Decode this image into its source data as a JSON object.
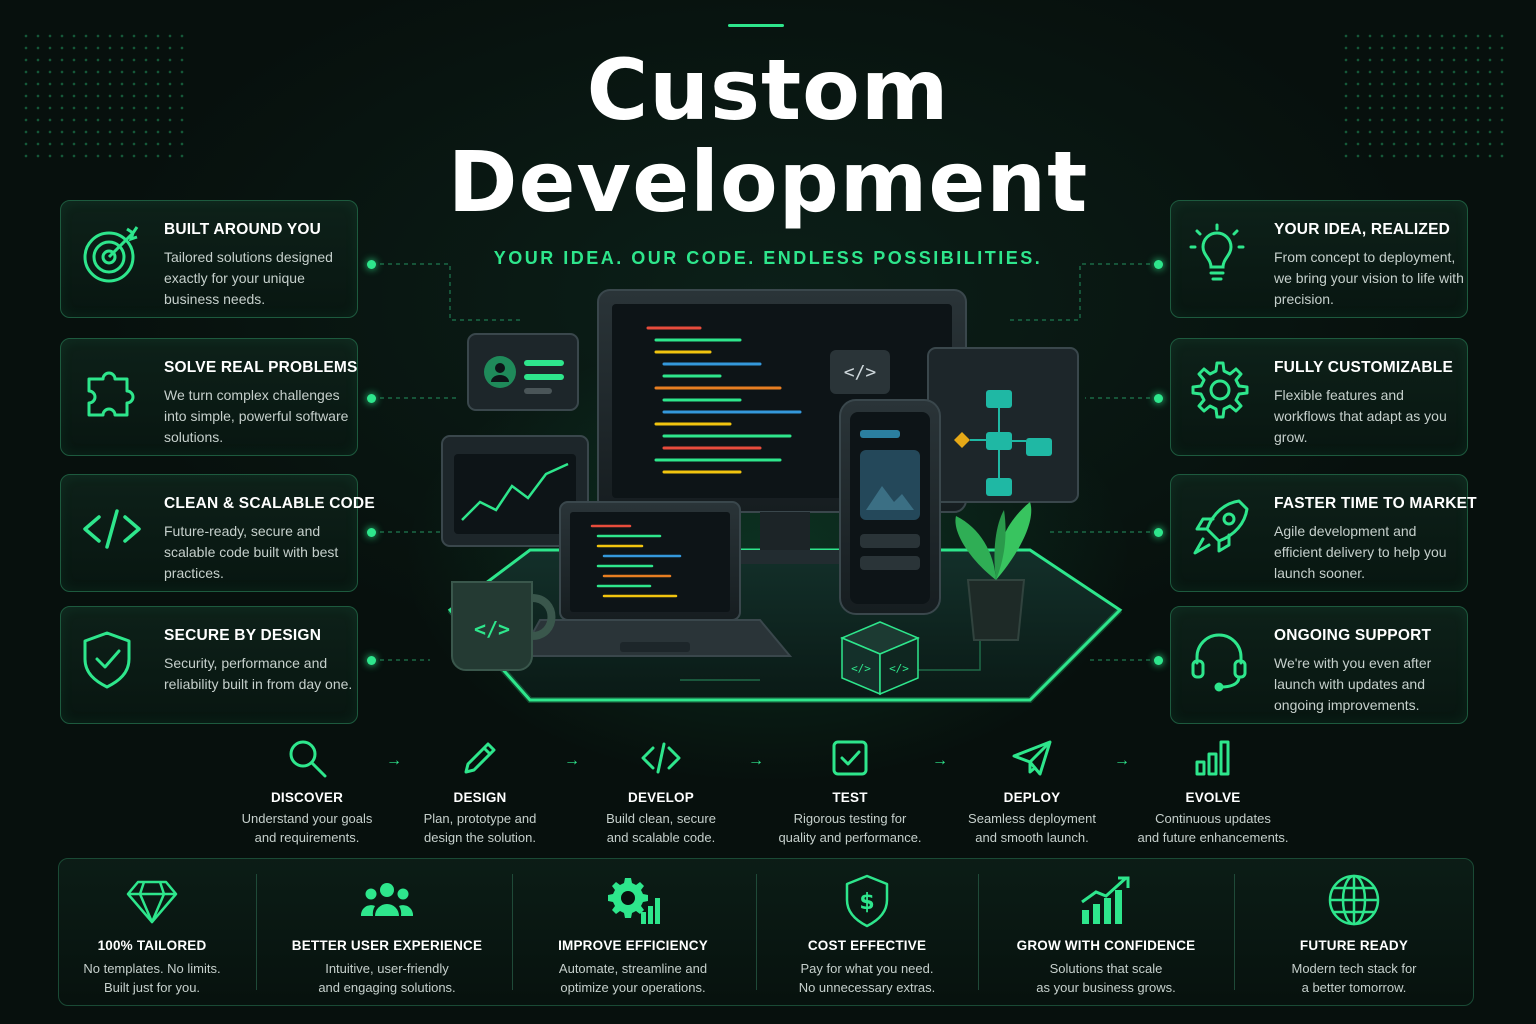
{
  "header": {
    "title_line1": "Custom",
    "title_line2": "Development",
    "tagline": "YOUR IDEA. OUR CODE. ENDLESS POSSIBILITIES."
  },
  "colors": {
    "accent": "#2ee68c",
    "background": "#07100d",
    "card_border": "#1d5a3e"
  },
  "left_features": [
    {
      "title": "BUILT AROUND YOU",
      "desc": "Tailored solutions designed exactly for your unique business needs.",
      "icon": "target-icon"
    },
    {
      "title": "SOLVE REAL PROBLEMS",
      "desc": "We turn complex challenges into simple, powerful software solutions.",
      "icon": "puzzle-icon"
    },
    {
      "title": "CLEAN & SCALABLE CODE",
      "desc": "Future-ready, secure and scalable code built with best practices.",
      "icon": "code-icon"
    },
    {
      "title": "SECURE BY DESIGN",
      "desc": "Security, performance and reliability built in from day one.",
      "icon": "shield-check-icon"
    }
  ],
  "right_features": [
    {
      "title": "YOUR IDEA, REALIZED",
      "desc": "From concept to deployment, we bring your vision to life with precision.",
      "icon": "lightbulb-icon"
    },
    {
      "title": "FULLY CUSTOMIZABLE",
      "desc": "Flexible features and workflows that adapt as you grow.",
      "icon": "gear-icon"
    },
    {
      "title": "FASTER TIME TO MARKET",
      "desc": "Agile development and efficient delivery to help you launch sooner.",
      "icon": "rocket-icon"
    },
    {
      "title": "ONGOING SUPPORT",
      "desc": "We're with you even after launch with updates and ongoing improvements.",
      "icon": "headset-icon"
    }
  ],
  "process": [
    {
      "title": "DISCOVER",
      "desc_line1": "Understand your goals",
      "desc_line2": "and requirements.",
      "icon": "search-icon"
    },
    {
      "title": "DESIGN",
      "desc_line1": "Plan, prototype and",
      "desc_line2": "design the solution.",
      "icon": "pencil-icon"
    },
    {
      "title": "DEVELOP",
      "desc_line1": "Build clean, secure",
      "desc_line2": "and scalable code.",
      "icon": "code-icon"
    },
    {
      "title": "TEST",
      "desc_line1": "Rigorous testing for",
      "desc_line2": "quality and performance.",
      "icon": "checkbox-icon"
    },
    {
      "title": "DEPLOY",
      "desc_line1": "Seamless deployment",
      "desc_line2": "and smooth launch.",
      "icon": "paper-plane-icon"
    },
    {
      "title": "EVOLVE",
      "desc_line1": "Continuous updates",
      "desc_line2": "and future enhancements.",
      "icon": "bar-chart-icon"
    }
  ],
  "benefits": [
    {
      "title": "100% TAILORED",
      "desc_line1": "No templates. No limits.",
      "desc_line2": "Built just for you.",
      "icon": "diamond-icon"
    },
    {
      "title": "BETTER USER EXPERIENCE",
      "desc_line1": "Intuitive, user-friendly",
      "desc_line2": "and engaging solutions.",
      "icon": "users-icon"
    },
    {
      "title": "IMPROVE EFFICIENCY",
      "desc_line1": "Automate, streamline and",
      "desc_line2": "optimize your operations.",
      "icon": "gear-chart-icon"
    },
    {
      "title": "COST EFFECTIVE",
      "desc_line1": "Pay for what you need.",
      "desc_line2": "No unnecessary extras.",
      "icon": "shield-dollar-icon"
    },
    {
      "title": "GROW WITH CONFIDENCE",
      "desc_line1": "Solutions that scale",
      "desc_line2": "as your business grows.",
      "icon": "growth-chart-icon"
    },
    {
      "title": "FUTURE READY",
      "desc_line1": "Modern tech stack for",
      "desc_line2": "a better tomorrow.",
      "icon": "globe-icon"
    }
  ]
}
